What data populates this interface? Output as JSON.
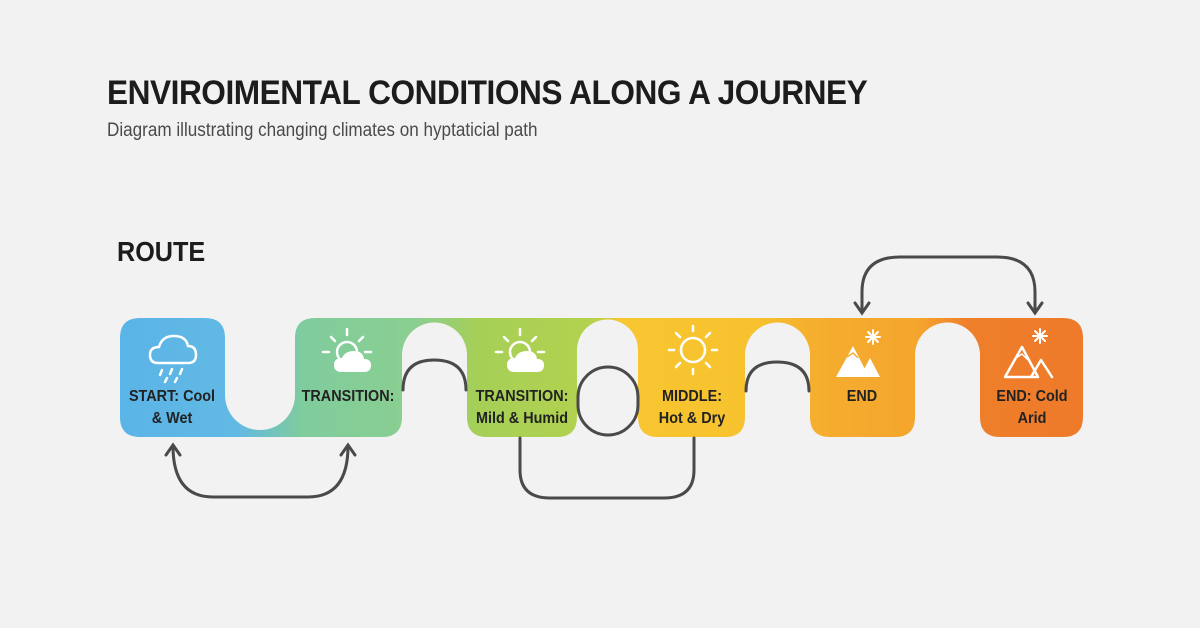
{
  "header": {
    "title": "ENVIROIMENTAL CONDITIONS ALONG A JOURNEY",
    "subtitle": "Diagram illustrating changing climates on hyptaticial path"
  },
  "section_label": "ROUTE",
  "stages": [
    {
      "id": "start",
      "line1": "START: Cool",
      "line2": "& Wet",
      "icon": "rain-cloud-icon",
      "color": "#5ab4e6"
    },
    {
      "id": "transition-1",
      "line1": "TRANSITION:",
      "line2": "",
      "icon": "partly-sunny-icon",
      "color": "#7fcc9c"
    },
    {
      "id": "transition-2",
      "line1": "TRANSITION:",
      "line2": "Mild & Humid",
      "icon": "partly-sunny-icon",
      "color": "#a5cf57"
    },
    {
      "id": "middle",
      "line1": "MIDDLE:",
      "line2": "Hot & Dry",
      "icon": "sun-icon",
      "color": "#f7c631"
    },
    {
      "id": "end",
      "line1": "END",
      "line2": "",
      "icon": "snowy-mountain-icon",
      "color": "#f5ae2e"
    },
    {
      "id": "end-cold",
      "line1": "END: Cold",
      "line2": "Arid",
      "icon": "snowy-mountain-outline-icon",
      "color": "#ef7f2b"
    }
  ],
  "connectors": [
    {
      "from": "start",
      "to": "transition-1",
      "type": "double-arrow-below"
    },
    {
      "from": "transition-1",
      "to": "transition-2",
      "type": "arc-above"
    },
    {
      "from": "transition-2",
      "to": "middle",
      "type": "loop"
    },
    {
      "from": "transition-2",
      "to": "middle",
      "type": "u-below"
    },
    {
      "from": "middle",
      "to": "end",
      "type": "arc-above"
    },
    {
      "from": "end",
      "to": "end-cold",
      "type": "double-arrow-above"
    }
  ]
}
